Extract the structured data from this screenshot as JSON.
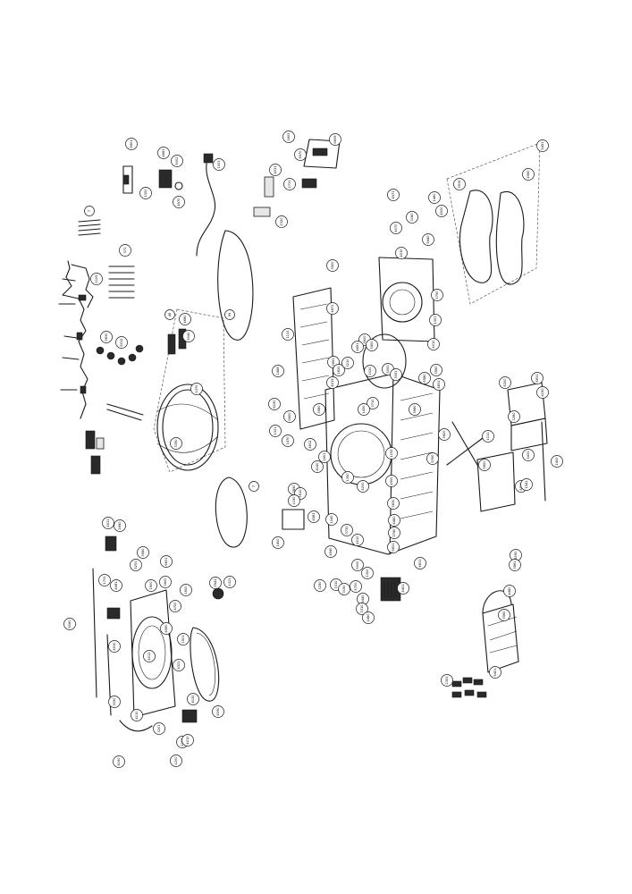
{
  "diagram": {
    "callouts": [
      {
        "id": "c01",
        "text": "6601"
      },
      {
        "id": "c02",
        "text": "4681"
      },
      {
        "id": "c03",
        "text": "5002"
      },
      {
        "id": "c04",
        "text": "1003"
      },
      {
        "id": "c05",
        "text": "1300"
      },
      {
        "id": "c06",
        "text": "4570"
      },
      {
        "id": "c07",
        "text": "1605"
      },
      {
        "id": "c08",
        "text": "5570"
      },
      {
        "id": "c09",
        "text": "6835"
      },
      {
        "id": "c10",
        "text": "7"
      },
      {
        "id": "c11",
        "text": "371"
      },
      {
        "id": "c12",
        "text": "1105"
      },
      {
        "id": "c13",
        "text": "3830"
      },
      {
        "id": "c14",
        "text": "6012"
      },
      {
        "id": "c15",
        "text": "4031"
      },
      {
        "id": "c16",
        "text": "2731"
      },
      {
        "id": "c17",
        "text": "2320"
      },
      {
        "id": "c18",
        "text": "4571"
      },
      {
        "id": "c19",
        "text": "3180"
      },
      {
        "id": "c20",
        "text": "4070"
      },
      {
        "id": "c21",
        "text": "5440"
      },
      {
        "id": "c22",
        "text": "4030"
      },
      {
        "id": "c23",
        "text": "3500"
      },
      {
        "id": "c24",
        "text": "1460"
      },
      {
        "id": "c25",
        "text": "3515"
      },
      {
        "id": "c26",
        "text": "5451"
      },
      {
        "id": "c27",
        "text": "4960"
      },
      {
        "id": "c28",
        "text": "4530"
      },
      {
        "id": "c29",
        "text": "99"
      },
      {
        "id": "c30",
        "text": "46"
      },
      {
        "id": "c31",
        "text": "4680"
      },
      {
        "id": "c32",
        "text": "5040"
      },
      {
        "id": "c33",
        "text": "1370"
      },
      {
        "id": "c34",
        "text": "3390"
      },
      {
        "id": "c35",
        "text": "4671"
      },
      {
        "id": "c36",
        "text": "3620"
      },
      {
        "id": "c37",
        "text": "4491"
      },
      {
        "id": "c38",
        "text": "3651"
      },
      {
        "id": "c39",
        "text": "2820"
      },
      {
        "id": "c40",
        "text": "3210"
      },
      {
        "id": "c41",
        "text": "4015"
      },
      {
        "id": "c42",
        "text": "1113"
      },
      {
        "id": "c43",
        "text": "1468"
      },
      {
        "id": "c44",
        "text": "6150"
      },
      {
        "id": "c45",
        "text": "6600"
      },
      {
        "id": "c46",
        "text": "3400"
      },
      {
        "id": "c47",
        "text": "5000"
      },
      {
        "id": "c48",
        "text": "1750"
      },
      {
        "id": "c49",
        "text": "1303"
      },
      {
        "id": "c50",
        "text": "4010"
      },
      {
        "id": "c51",
        "text": "3051"
      },
      {
        "id": "c52",
        "text": "3710"
      },
      {
        "id": "c53",
        "text": "1430"
      },
      {
        "id": "c54",
        "text": "6580"
      },
      {
        "id": "c55",
        "text": "1020"
      },
      {
        "id": "c56",
        "text": "3560"
      },
      {
        "id": "c57",
        "text": "4831"
      },
      {
        "id": "c58",
        "text": "3680"
      },
      {
        "id": "c59",
        "text": "3580"
      },
      {
        "id": "c60",
        "text": "1321"
      },
      {
        "id": "c61",
        "text": "1470"
      },
      {
        "id": "c62",
        "text": "4812"
      },
      {
        "id": "c63",
        "text": "1601"
      },
      {
        "id": "c64",
        "text": "4140"
      },
      {
        "id": "c65",
        "text": "1350"
      },
      {
        "id": "c66",
        "text": "5200"
      },
      {
        "id": "c67",
        "text": "1152"
      },
      {
        "id": "c68",
        "text": "5390"
      },
      {
        "id": "c69",
        "text": "4900"
      },
      {
        "id": "c70",
        "text": "3850"
      },
      {
        "id": "c71",
        "text": "3510"
      },
      {
        "id": "c72",
        "text": "1150"
      },
      {
        "id": "c73",
        "text": "4581"
      },
      {
        "id": "c74",
        "text": "3830"
      },
      {
        "id": "c75",
        "text": "4480"
      },
      {
        "id": "c76",
        "text": "3740"
      },
      {
        "id": "c77",
        "text": "1040"
      },
      {
        "id": "c78",
        "text": "3730"
      },
      {
        "id": "c79",
        "text": "4010"
      },
      {
        "id": "c80",
        "text": "6831"
      },
      {
        "id": "c81",
        "text": "1400"
      },
      {
        "id": "c82",
        "text": "4540"
      },
      {
        "id": "c83",
        "text": "6000"
      },
      {
        "id": "c84",
        "text": "1300"
      },
      {
        "id": "c85",
        "text": "5700"
      },
      {
        "id": "c86",
        "text": "3250"
      },
      {
        "id": "c87",
        "text": "3310"
      },
      {
        "id": "c88",
        "text": "3150"
      },
      {
        "id": "c89",
        "text": "3440"
      },
      {
        "id": "c90",
        "text": "3310"
      },
      {
        "id": "c91",
        "text": "1460"
      },
      {
        "id": "c92",
        "text": "5401"
      },
      {
        "id": "c93",
        "text": "4811"
      },
      {
        "id": "c94",
        "text": "7"
      },
      {
        "id": "c95",
        "text": "3600"
      },
      {
        "id": "c96",
        "text": "1111"
      },
      {
        "id": "c97",
        "text": "3431"
      },
      {
        "id": "c98",
        "text": "3600"
      },
      {
        "id": "c99",
        "text": "4510"
      },
      {
        "id": "c100",
        "text": "1400"
      },
      {
        "id": "c101",
        "text": "5200"
      },
      {
        "id": "c102",
        "text": "4150"
      },
      {
        "id": "c103",
        "text": "6831"
      },
      {
        "id": "c104",
        "text": "3280"
      },
      {
        "id": "c105",
        "text": "1541"
      },
      {
        "id": "c106",
        "text": "4090"
      },
      {
        "id": "c107",
        "text": "3861"
      },
      {
        "id": "c108",
        "text": "4480"
      },
      {
        "id": "c109",
        "text": "3560"
      },
      {
        "id": "c110",
        "text": "2351"
      },
      {
        "id": "c111",
        "text": "5401"
      },
      {
        "id": "c112",
        "text": "4911"
      },
      {
        "id": "c113",
        "text": "1660"
      },
      {
        "id": "c114",
        "text": "3560"
      },
      {
        "id": "c115",
        "text": "1731"
      },
      {
        "id": "c116",
        "text": "4981"
      },
      {
        "id": "c117",
        "text": "5251"
      },
      {
        "id": "c118",
        "text": "6831"
      },
      {
        "id": "c119",
        "text": "1600"
      },
      {
        "id": "c120",
        "text": "3600"
      },
      {
        "id": "c121",
        "text": "1600"
      },
      {
        "id": "c122",
        "text": "3541"
      },
      {
        "id": "c123",
        "text": "1321"
      },
      {
        "id": "c124",
        "text": "4700"
      },
      {
        "id": "c125",
        "text": "4910"
      },
      {
        "id": "c126",
        "text": "4560"
      },
      {
        "id": "c127",
        "text": "5060"
      },
      {
        "id": "c128",
        "text": "1501"
      },
      {
        "id": "c129",
        "text": "4011"
      },
      {
        "id": "c130",
        "text": "4321"
      },
      {
        "id": "c131",
        "text": "3150"
      },
      {
        "id": "c132",
        "text": "4130"
      },
      {
        "id": "c133",
        "text": "4110"
      },
      {
        "id": "c134",
        "text": "3201"
      },
      {
        "id": "c135",
        "text": "4090"
      },
      {
        "id": "c136",
        "text": "1000"
      },
      {
        "id": "c137",
        "text": "4190"
      },
      {
        "id": "c138",
        "text": "1200"
      },
      {
        "id": "c139",
        "text": "4010"
      }
    ]
  }
}
